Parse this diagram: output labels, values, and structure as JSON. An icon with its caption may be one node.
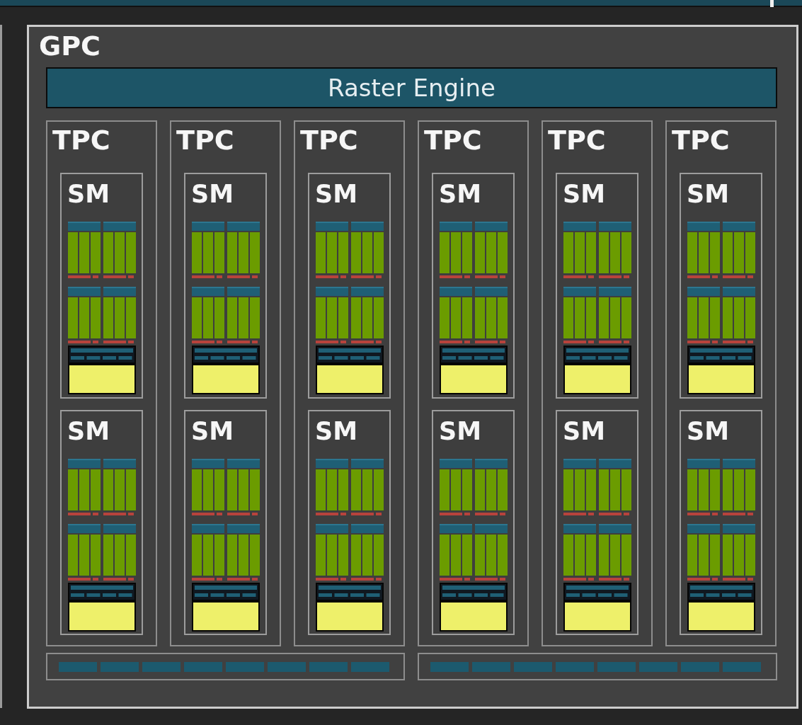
{
  "diagram": {
    "nodes": [
      {
        "text": [
          "GPC"
        ]
      },
      {
        "text": [
          "Raster Engine"
        ],
        "in": 0
      },
      {
        "text": [
          "TPC"
        ],
        "in": 0
      },
      {
        "text": [
          "SM"
        ],
        "in": 2
      },
      {
        "text": [
          "SM"
        ],
        "in": 2
      },
      {
        "text": [
          "TPC"
        ],
        "in": 0
      },
      {
        "text": [
          "SM"
        ],
        "in": 5
      },
      {
        "text": [
          "SM"
        ],
        "in": 5
      },
      {
        "text": [
          "TPC"
        ],
        "in": 0
      },
      {
        "text": [
          "SM"
        ],
        "in": 8
      },
      {
        "text": [
          "SM"
        ],
        "in": 8
      },
      {
        "text": [
          "TPC"
        ],
        "in": 0
      },
      {
        "text": [
          "SM"
        ],
        "in": 11
      },
      {
        "text": [
          "SM"
        ],
        "in": 11
      },
      {
        "text": [
          "TPC"
        ],
        "in": 0
      },
      {
        "text": [
          "SM"
        ],
        "in": 14
      },
      {
        "text": [
          "SM"
        ],
        "in": 14
      },
      {
        "text": [
          "TPC"
        ],
        "in": 0
      },
      {
        "text": [
          "SM"
        ],
        "in": 17
      },
      {
        "text": [
          "SM"
        ],
        "in": 17
      },
      {
        "text": [],
        "shape": "bar",
        "in": 0
      },
      {
        "text": [],
        "shape": "bar",
        "in": 0
      }
    ]
  }
}
